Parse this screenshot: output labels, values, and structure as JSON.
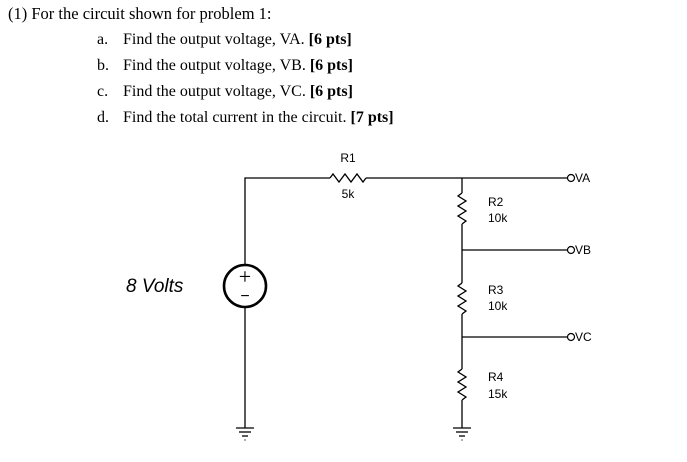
{
  "header": {
    "text": "(1) For the circuit shown for problem 1:"
  },
  "questions": [
    {
      "letter": "a.",
      "text": "Find the output voltage, VA.",
      "points": "[6 pts]"
    },
    {
      "letter": "b.",
      "text": "Find the output voltage, VB.",
      "points": "[6 pts]"
    },
    {
      "letter": "c.",
      "text": "Find the output voltage, VC.",
      "points": "[6 pts]"
    },
    {
      "letter": "d.",
      "text": "Find the total current in the circuit.",
      "points": "[7 pts]"
    }
  ],
  "circuit": {
    "source": {
      "label": "8 Volts",
      "plus": "+",
      "minus": "−"
    },
    "resistors": [
      {
        "name": "R1",
        "value": "5k"
      },
      {
        "name": "R2",
        "value": "10k"
      },
      {
        "name": "R3",
        "value": "10k"
      },
      {
        "name": "R4",
        "value": "15k"
      }
    ],
    "outputs": [
      "VA",
      "VB",
      "VC"
    ]
  }
}
